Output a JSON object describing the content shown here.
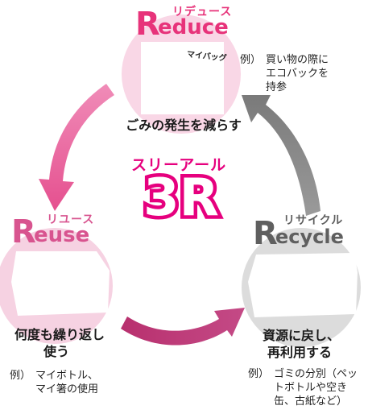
{
  "center": {
    "kana": "スリーアール",
    "label": "3R"
  },
  "reduce": {
    "kana": "リデュース",
    "word_first": "R",
    "word_rest": "educe",
    "photo_caption": "マイバッグ",
    "main": "ごみの発生を減らす",
    "example_prefix": "例）",
    "example_lines": [
      "買い物の際に",
      "エコバックを",
      "持参"
    ]
  },
  "reuse": {
    "kana": "リユース",
    "word_first": "R",
    "word_rest": "euse",
    "main_lines": [
      "何度も繰り返し",
      "使う"
    ],
    "example_prefix": "例）",
    "example_lines": [
      "マイボトル、",
      "マイ箸の使用"
    ]
  },
  "recycle": {
    "kana": "リサイクル",
    "word_first": "R",
    "word_rest": "ecycle",
    "main_lines": [
      "資源に戻し、",
      "再利用する"
    ],
    "example_prefix": "例）",
    "example_lines": [
      "ゴミの分別（ペッ",
      "トボトルや空き",
      "缶、古紙など）"
    ]
  },
  "colors": {
    "reduce_pink": "#e7337a",
    "reuse_pink": "#d8548f",
    "recycle_gray": "#5f5f5f",
    "circle_pink": "#f9d7e6",
    "circle_reuse": "#f6d2e2",
    "circle_gray": "#d9d9d9",
    "arrow_pink": "#e8609e",
    "arrow_magenta": "#c0387a",
    "arrow_gray": "#8a8a8a",
    "center_magenta": "#e6007e"
  }
}
